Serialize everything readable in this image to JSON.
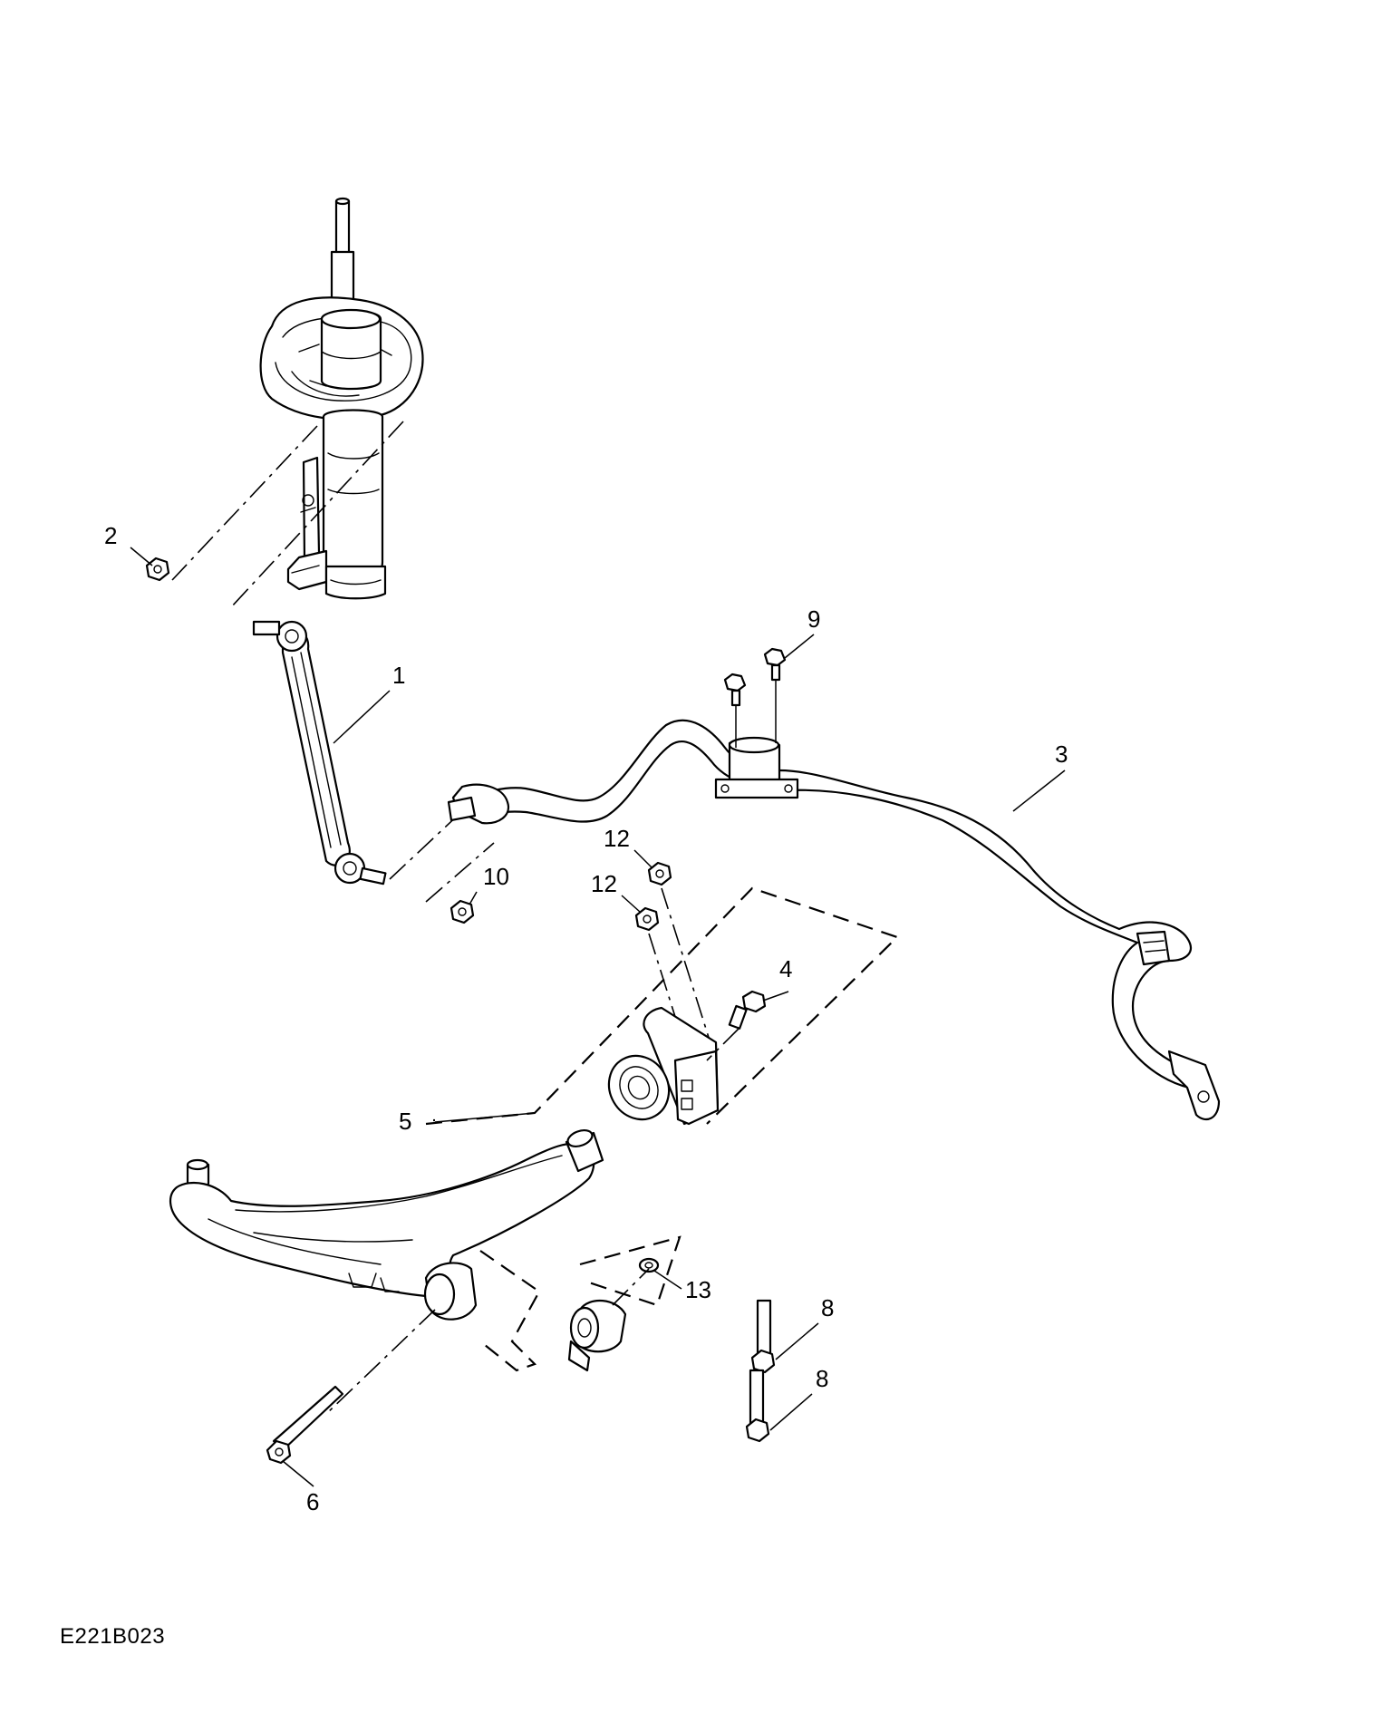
{
  "diagram": {
    "figure_code": "E221B023",
    "callouts": [
      {
        "id": "1",
        "label": "1"
      },
      {
        "id": "2",
        "label": "2"
      },
      {
        "id": "3",
        "label": "3"
      },
      {
        "id": "4",
        "label": "4"
      },
      {
        "id": "5",
        "label": "5"
      },
      {
        "id": "6",
        "label": "6"
      },
      {
        "id": "8a",
        "label": "8"
      },
      {
        "id": "8b",
        "label": "8"
      },
      {
        "id": "9",
        "label": "9"
      },
      {
        "id": "10",
        "label": "10"
      },
      {
        "id": "12a",
        "label": "12"
      },
      {
        "id": "12b",
        "label": "12"
      },
      {
        "id": "13",
        "label": "13"
      }
    ]
  }
}
